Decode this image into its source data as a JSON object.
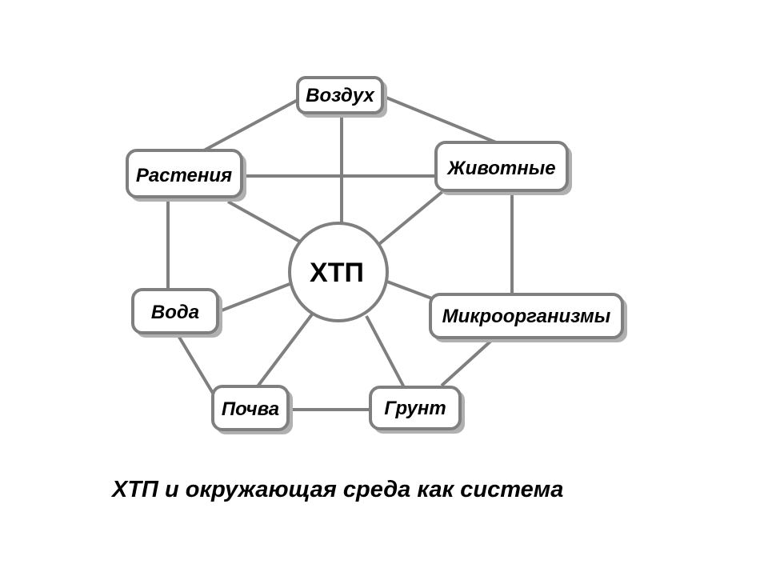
{
  "center": {
    "label": "ХТП"
  },
  "nodes": {
    "air": "Воздух",
    "plants": "Растения",
    "animals": "Животные",
    "water": "Вода",
    "microorganisms": "Микроорганизмы",
    "soil": "Почва",
    "ground": "Грунт"
  },
  "caption": "ХТП и окружающая среда как система",
  "colors": {
    "stroke": "#7f7f7f",
    "fill": "#ffffff",
    "text": "#000000"
  }
}
